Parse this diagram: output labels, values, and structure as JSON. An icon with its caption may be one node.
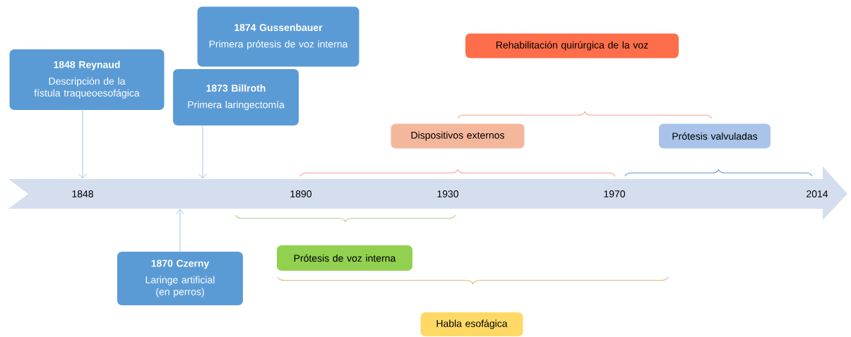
{
  "diagram": {
    "nodes": [
      {
        "text": [
          "1848 Reynaud",
          "Descripción de la fístula traqueoesofágica"
        ]
      },
      {
        "text": [
          "1874 Gussenbauer",
          "Primera prótesis de voz interna"
        ]
      },
      {
        "text": [
          "1873 Billroth",
          "Primera laringectomía"
        ]
      },
      {
        "text": [
          "1870 Czerny",
          "Laringe artificial (en perros)"
        ]
      },
      {
        "text": [
          "Rehabilitación quirúrgica de la voz"
        ]
      },
      {
        "text": [
          "Dispositivos externos"
        ]
      },
      {
        "text": [
          "Prótesis valvuladas"
        ]
      },
      {
        "text": [
          "Prótesis de voz interna"
        ]
      },
      {
        "text": [
          "Habla esofágica"
        ]
      },
      {
        "text": [],
        "shape": "arrow"
      }
    ],
    "edges": [
      {
        "from": 0,
        "to": 9,
        "arrow": "to"
      },
      {
        "from": 2,
        "to": 9,
        "arrow": "to"
      },
      {
        "from": 3,
        "to": 9,
        "arrow": "to"
      }
    ],
    "labels": [
      "1848",
      "1890",
      "1930",
      "1970",
      "2014"
    ]
  }
}
